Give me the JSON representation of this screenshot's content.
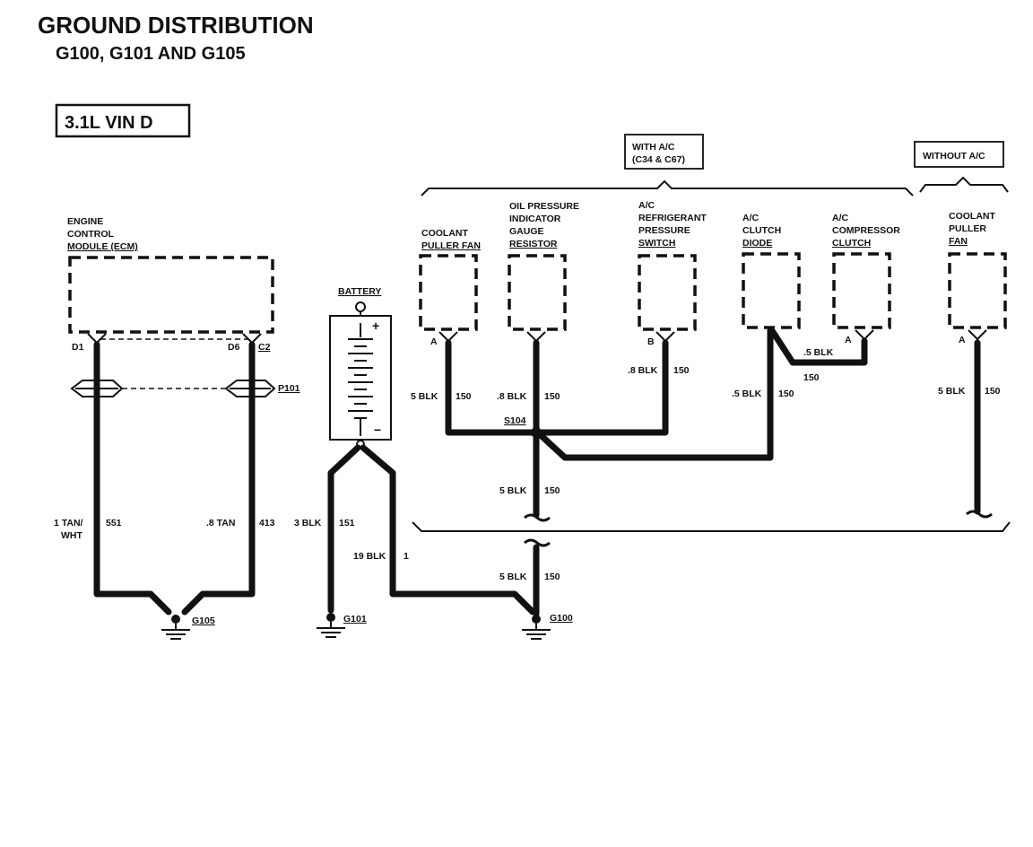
{
  "title": "GROUND DISTRIBUTION",
  "subtitle": "G100, G101 AND G105",
  "engine": "3.1L  VIN D",
  "groups": {
    "with_ac": [
      "WITH A/C",
      "(C34 & C67)"
    ],
    "without_ac": "WITHOUT A/C"
  },
  "components": {
    "ecm": [
      "ENGINE",
      "CONTROL",
      "MODULE (ECM)"
    ],
    "battery": "BATTERY",
    "coolant_fan": [
      "COOLANT",
      "PULLER FAN"
    ],
    "oil_pressure": [
      "OIL PRESSURE",
      "INDICATOR",
      "GAUGE",
      "RESISTOR"
    ],
    "refrigerant_switch": [
      "A/C",
      "REFRIGERANT",
      "PRESSURE",
      "SWITCH"
    ],
    "clutch_diode": [
      "A/C",
      "CLUTCH",
      "DIODE"
    ],
    "compressor_clutch": [
      "A/C",
      "COMPRESSOR",
      "CLUTCH"
    ],
    "coolant_fan_2": [
      "COOLANT",
      "PULLER",
      "FAN"
    ]
  },
  "terminals": {
    "d1": "D1",
    "d6": "D6",
    "c2": "C2",
    "a1": "A",
    "b": "B",
    "a2": "A",
    "a3": "A"
  },
  "connector": "P101",
  "splice": "S104",
  "battery_plus": "+",
  "battery_minus": "−",
  "grounds": {
    "g105": "G105",
    "g101": "G101",
    "g100": "G100"
  },
  "wires": {
    "w551": [
      "1 TAN/",
      "WHT",
      "551"
    ],
    "w413": [
      ".8 TAN",
      "413"
    ],
    "w151": [
      "3 BLK",
      "151"
    ],
    "w1": [
      "19 BLK",
      "1"
    ],
    "w150_fan": [
      "5 BLK",
      "150"
    ],
    "w150_oil": [
      ".8 BLK",
      "150"
    ],
    "w150_sw": [
      ".8 BLK",
      "150"
    ],
    "w150_diode": [
      ".5 BLK",
      "150"
    ],
    "w150_comp": [
      ".5 BLK",
      "150"
    ],
    "w150_main": [
      "5 BLK",
      "150"
    ],
    "w150_g100": [
      "5 BLK",
      "150"
    ],
    "w150_fan2": [
      "5 BLK",
      "150"
    ]
  }
}
